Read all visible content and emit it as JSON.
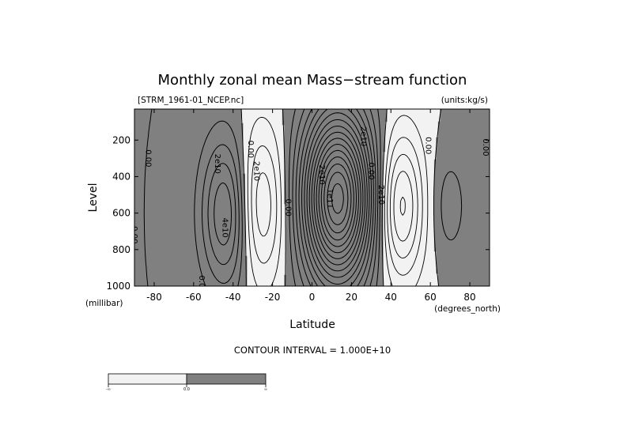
{
  "chart_data": {
    "type": "contour",
    "title": "Monthly zonal mean Mass−stream function",
    "source_file": "[STRM_1961-01_NCEP.nc]",
    "units": "(units:kg/s)",
    "xlabel": "Latitude",
    "x_units": "(degrees_north)",
    "ylabel": "Level",
    "y_units": "(millibar)",
    "xlim": [
      -90,
      90
    ],
    "ylim": [
      1000,
      30
    ],
    "y_inverted": true,
    "x_ticks": [
      "-80",
      "-60",
      "-40",
      "-20",
      "0",
      "20",
      "40",
      "60",
      "80"
    ],
    "x_tick_values": [
      -80,
      -60,
      -40,
      -20,
      0,
      20,
      40,
      60,
      80
    ],
    "y_ticks": [
      "200",
      "400",
      "600",
      "800",
      "1000"
    ],
    "y_tick_values": [
      200,
      400,
      600,
      800,
      1000
    ],
    "contour_interval_text": "CONTOUR INTERVAL = 1.000E+10",
    "contour_interval": 10000000000.0,
    "shading": {
      "negative": "#f2f2f2",
      "positive": "#808080"
    },
    "contour_labels": [
      {
        "text": "0.00",
        "lat": -83,
        "lev": 300
      },
      {
        "text": "2e10",
        "lat": -48,
        "lev": 330
      },
      {
        "text": "4e10",
        "lat": -44,
        "lev": 680
      },
      {
        "text": "0.00",
        "lat": -90,
        "lev": 720
      },
      {
        "text": "0.00",
        "lat": -56,
        "lev": 990
      },
      {
        "text": "0.00",
        "lat": -31,
        "lev": 250
      },
      {
        "text": "2e10",
        "lat": -28,
        "lev": 370
      },
      {
        "text": "0.00",
        "lat": -12,
        "lev": 570
      },
      {
        "text": "2e10",
        "lat": 5,
        "lev": 390
      },
      {
        "text": "1e11",
        "lat": 9,
        "lev": 520
      },
      {
        "text": "2e10",
        "lat": 26,
        "lev": 180
      },
      {
        "text": "0.00",
        "lat": 30,
        "lev": 370
      },
      {
        "text": "2e10",
        "lat": 35,
        "lev": 500
      },
      {
        "text": "0.00",
        "lat": 59,
        "lev": 230
      },
      {
        "text": "0.00",
        "lat": 88,
        "lev": 240
      }
    ],
    "colorbar": {
      "labels": [
        "-∞",
        "0.0",
        "∞"
      ],
      "colors": [
        "#f2f2f2",
        "#808080"
      ]
    },
    "cells": [
      {
        "name": "southern-ferrel-cell",
        "sign": -1,
        "lat": -27,
        "lev": 560,
        "slat": 9,
        "slev": 300,
        "peak": 4.5
      },
      {
        "name": "southern-hadley-cell",
        "sign": 1,
        "lat": -43,
        "lev": 600,
        "slat": 9,
        "slev": 290,
        "peak": 5.5
      },
      {
        "name": "northern-hadley-cell",
        "sign": 1,
        "lat": 13,
        "lev": 520,
        "slat": 12,
        "slev": 330,
        "peak": 16.5
      },
      {
        "name": "northern-ferrel-cell",
        "sign": -1,
        "lat": 45,
        "lev": 560,
        "slat": 8,
        "slev": 280,
        "peak": 5.5
      },
      {
        "name": "northern-polar-cell",
        "sign": 1,
        "lat": 70,
        "lev": 560,
        "slat": 6,
        "slev": 200,
        "peak": 1.6
      }
    ]
  }
}
